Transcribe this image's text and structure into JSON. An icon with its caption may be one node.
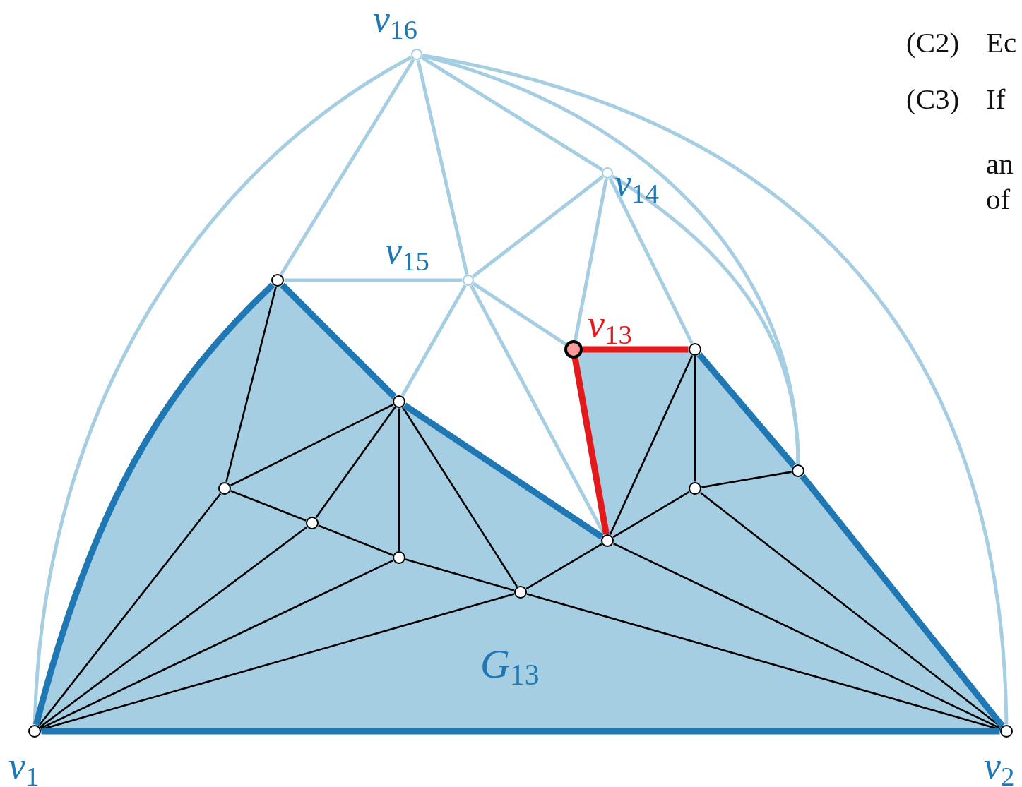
{
  "diagram": {
    "nodes": [
      {
        "text": [],
        "shape": "circle",
        "beside": [
          "*v*$_{1}$"
        ]
      },
      {
        "text": [],
        "shape": "circle",
        "beside": [
          "*v*$_{2}$"
        ]
      },
      {
        "text": [],
        "shape": "circle",
        "beside": [
          "*v*$_{16}$"
        ]
      },
      {
        "text": [],
        "shape": "circle",
        "beside": [
          "*v*$_{14}$"
        ]
      },
      {
        "text": [],
        "shape": "circle",
        "beside": [
          "*v*$_{15}$"
        ]
      },
      {
        "text": [],
        "shape": "circle",
        "beside": [
          "*v*$_{13}$"
        ]
      },
      {
        "text": [],
        "shape": "circle"
      },
      {
        "text": [],
        "shape": "circle"
      },
      {
        "text": [],
        "shape": "circle"
      },
      {
        "text": [],
        "shape": "circle"
      },
      {
        "text": [],
        "shape": "circle"
      },
      {
        "text": [],
        "shape": "circle"
      },
      {
        "text": [],
        "shape": "circle"
      },
      {
        "text": [],
        "shape": "circle"
      },
      {
        "text": [],
        "shape": "circle"
      },
      {
        "text": [],
        "shape": "circle"
      }
    ],
    "edges": [
      {
        "from": 2,
        "to": 0,
        "arrow": "none",
        "color": "#a6cee3"
      },
      {
        "from": 2,
        "to": 6,
        "arrow": "none",
        "color": "#a6cee3"
      },
      {
        "from": 2,
        "to": 4,
        "arrow": "none",
        "color": "#a6cee3"
      },
      {
        "from": 2,
        "to": 3,
        "arrow": "none",
        "color": "#a6cee3"
      },
      {
        "from": 2,
        "to": 9,
        "arrow": "none",
        "color": "#a6cee3"
      },
      {
        "from": 2,
        "to": 1,
        "arrow": "none",
        "color": "#a6cee3"
      },
      {
        "from": 3,
        "to": 9,
        "arrow": "none",
        "color": "#a6cee3"
      },
      {
        "from": 4,
        "to": 6,
        "arrow": "none",
        "color": "#a6cee3"
      },
      {
        "from": 4,
        "to": 3,
        "arrow": "none",
        "color": "#a6cee3"
      },
      {
        "from": 4,
        "to": 7,
        "arrow": "none",
        "color": "#a6cee3"
      },
      {
        "from": 4,
        "to": 5,
        "arrow": "none",
        "color": "#a6cee3"
      },
      {
        "from": 4,
        "to": 14,
        "arrow": "none",
        "color": "#a6cee3"
      },
      {
        "from": 3,
        "to": 5,
        "arrow": "none",
        "color": "#a6cee3"
      },
      {
        "from": 3,
        "to": 8,
        "arrow": "none",
        "color": "#a6cee3"
      },
      {
        "from": 0,
        "to": 6,
        "arrow": "none",
        "style": "thick",
        "color": "#1f78b4"
      },
      {
        "from": 6,
        "to": 7,
        "arrow": "none",
        "style": "thick",
        "color": "#1f78b4"
      },
      {
        "from": 7,
        "to": 14,
        "arrow": "none",
        "style": "thick",
        "color": "#1f78b4"
      },
      {
        "from": 8,
        "to": 9,
        "arrow": "none",
        "style": "thick",
        "color": "#1f78b4"
      },
      {
        "from": 9,
        "to": 1,
        "arrow": "none",
        "style": "thick",
        "color": "#1f78b4"
      },
      {
        "from": 1,
        "to": 0,
        "arrow": "none",
        "style": "thick",
        "color": "#1f78b4"
      },
      {
        "from": 14,
        "to": 5,
        "arrow": "none",
        "style": "thick",
        "color": "#e31a1c"
      },
      {
        "from": 5,
        "to": 8,
        "arrow": "none",
        "style": "thick",
        "color": "#e31a1c"
      },
      {
        "from": 6,
        "to": 10,
        "arrow": "none"
      },
      {
        "from": 10,
        "to": 0,
        "arrow": "none"
      },
      {
        "from": 10,
        "to": 7,
        "arrow": "none"
      },
      {
        "from": 10,
        "to": 11,
        "arrow": "none"
      },
      {
        "from": 11,
        "to": 7,
        "arrow": "none"
      },
      {
        "from": 11,
        "to": 0,
        "arrow": "none"
      },
      {
        "from": 11,
        "to": 12,
        "arrow": "none"
      },
      {
        "from": 12,
        "to": 7,
        "arrow": "none"
      },
      {
        "from": 12,
        "to": 0,
        "arrow": "none"
      },
      {
        "from": 12,
        "to": 13,
        "arrow": "none"
      },
      {
        "from": 7,
        "to": 13,
        "arrow": "none"
      },
      {
        "from": 13,
        "to": 0,
        "arrow": "none"
      },
      {
        "from": 13,
        "to": 14,
        "arrow": "none"
      },
      {
        "from": 13,
        "to": 1,
        "arrow": "none"
      },
      {
        "from": 14,
        "to": 8,
        "arrow": "none"
      },
      {
        "from": 14,
        "to": 15,
        "arrow": "none"
      },
      {
        "from": 14,
        "to": 1,
        "arrow": "none"
      },
      {
        "from": 15,
        "to": 8,
        "arrow": "none"
      },
      {
        "from": 15,
        "to": 9,
        "arrow": "none"
      },
      {
        "from": 15,
        "to": 1,
        "arrow": "none"
      }
    ],
    "labels": [
      "(C2)",
      "Ec",
      "(C3)",
      "If",
      "an",
      "of",
      "*G*$_{13}$"
    ]
  }
}
